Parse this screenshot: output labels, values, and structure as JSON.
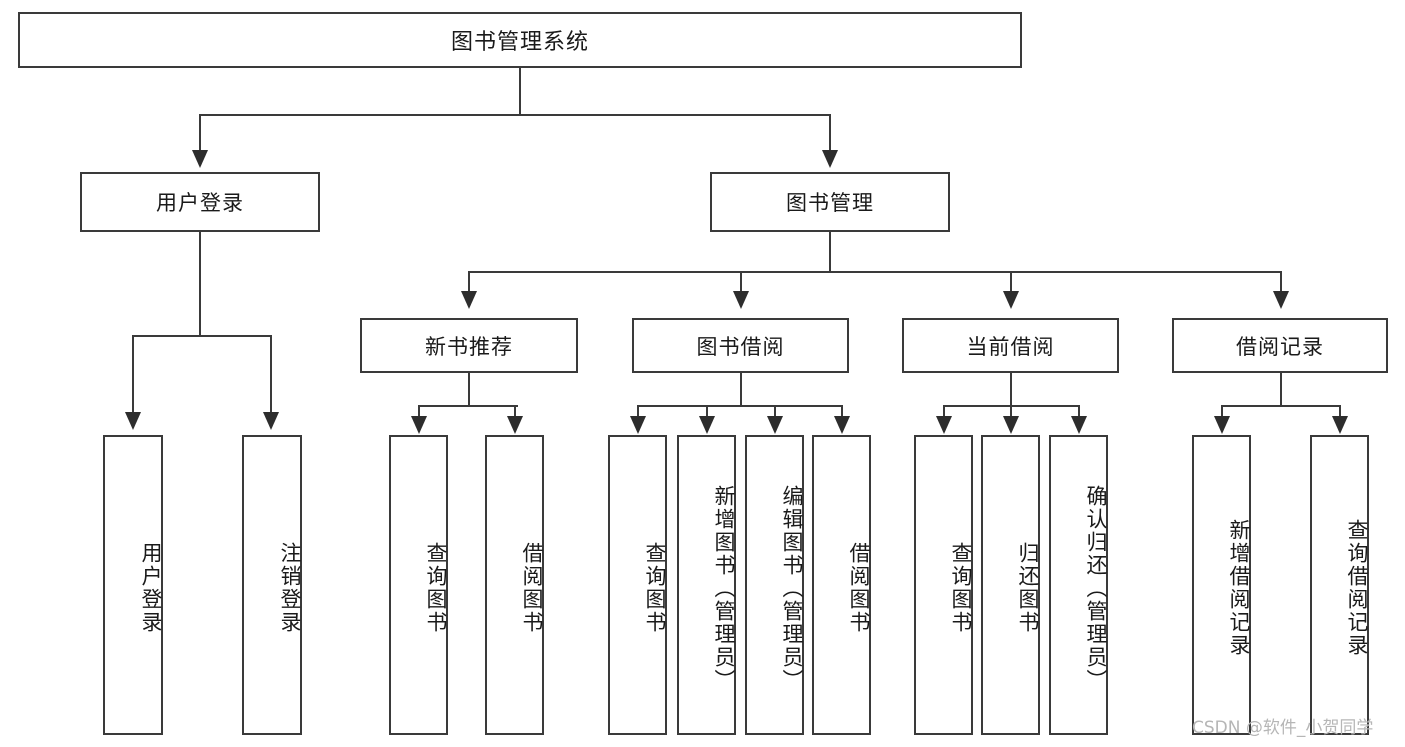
{
  "diagram": {
    "type": "hierarchy-tree",
    "root": {
      "label": "图书管理系统"
    },
    "level2": [
      {
        "label": "用户登录"
      },
      {
        "label": "图书管理"
      }
    ],
    "level3": [
      {
        "label": "新书推荐"
      },
      {
        "label": "图书借阅"
      },
      {
        "label": "当前借阅"
      },
      {
        "label": "借阅记录"
      }
    ],
    "leaves": {
      "user_login": [
        {
          "label": "用户登录"
        },
        {
          "label": "注销登录"
        }
      ],
      "new_book_recommend": [
        {
          "label": "查询图书"
        },
        {
          "label": "借阅图书"
        }
      ],
      "book_borrow": [
        {
          "label": "查询图书"
        },
        {
          "label": "新增图书（管理员）"
        },
        {
          "label": "编辑图书（管理员）"
        },
        {
          "label": "借阅图书"
        }
      ],
      "current_borrow": [
        {
          "label": "查询图书"
        },
        {
          "label": "归还图书"
        },
        {
          "label": "确认归还（管理员）"
        }
      ],
      "borrow_records": [
        {
          "label": "新增借阅记录"
        },
        {
          "label": "查询借阅记录"
        }
      ]
    }
  },
  "watermark": {
    "text": "CSDN @软件_小贺同学"
  },
  "colors": {
    "stroke": "#3a3a3a",
    "background": "#ffffff",
    "text": "#1a1a1a",
    "watermark": "#b6b6b6"
  }
}
